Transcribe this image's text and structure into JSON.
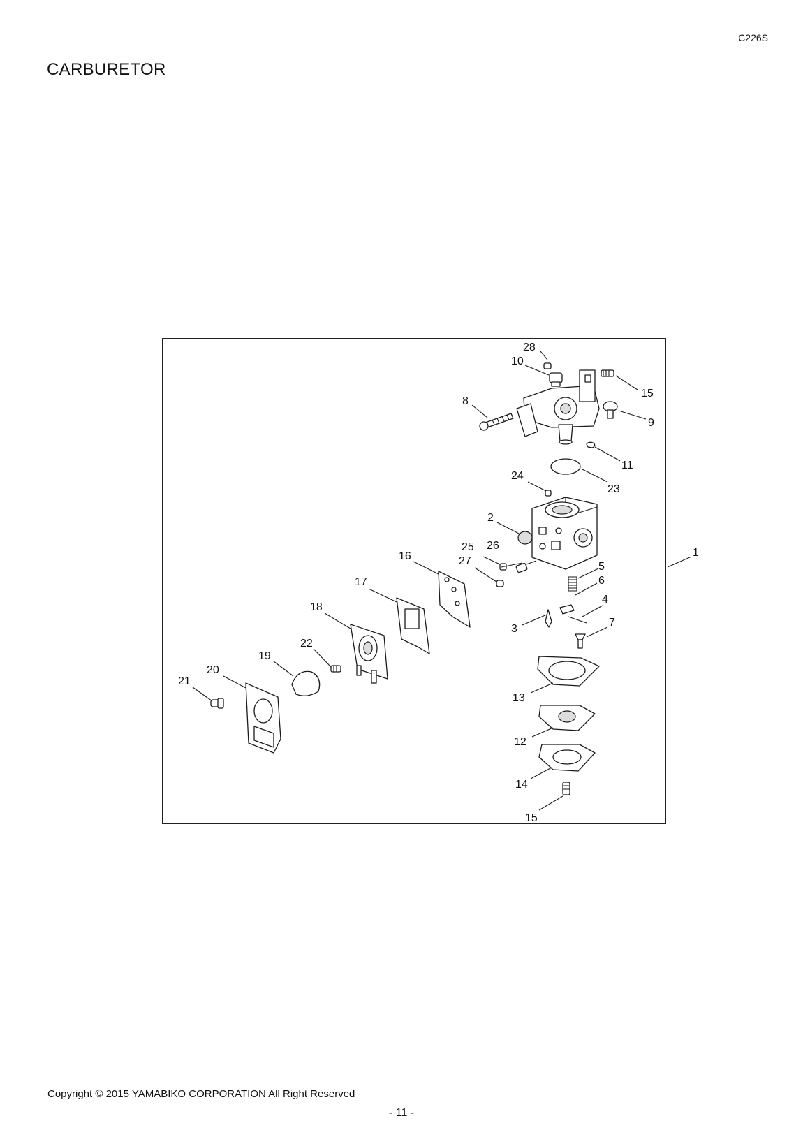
{
  "header": {
    "model": "C226S",
    "title": "CARBURETOR"
  },
  "diagram": {
    "callouts": [
      "28",
      "10",
      "15",
      "8",
      "9",
      "11",
      "23",
      "24",
      "2",
      "26",
      "25",
      "16",
      "27",
      "1",
      "5",
      "6",
      "17",
      "4",
      "18",
      "3",
      "7",
      "22",
      "19",
      "20",
      "13",
      "21",
      "12",
      "14",
      "15"
    ]
  },
  "footer": {
    "copyright": "Copyright © 2015 YAMABIKO CORPORATION All Right Reserved",
    "page": "- 11 -"
  }
}
